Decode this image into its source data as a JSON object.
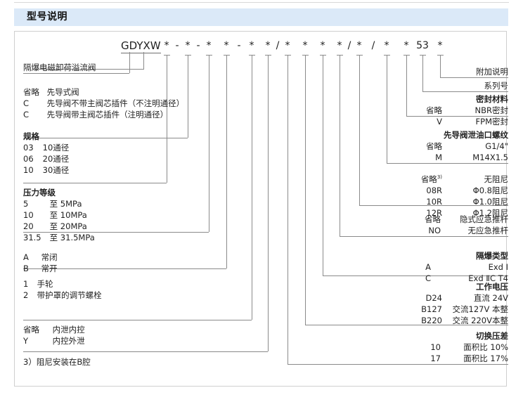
{
  "title": "型号说明",
  "model_code": {
    "prefix": "GDYXW",
    "segments": [
      "*",
      "-",
      "*",
      "-",
      "*",
      "*",
      "-",
      "*",
      "*",
      "/",
      "*",
      "*",
      "*",
      "*",
      "/",
      "*",
      "/",
      "*",
      "*",
      "53",
      "*"
    ]
  },
  "left_groups": [
    {
      "name": "product-name",
      "lines": [
        {
          "text": "隔爆电磁卸荷溢流阀"
        }
      ]
    },
    {
      "name": "pilot-type",
      "lines": [
        {
          "code": "省略",
          "text": "先导式阀"
        },
        {
          "code": "C",
          "text": "先导阀不带主阀芯插件（不注明通径）"
        },
        {
          "code": "C",
          "text": "先导阀带主阀芯插件（注明通径）"
        }
      ]
    },
    {
      "name": "specification",
      "header": "规格",
      "lines": [
        {
          "code": "03",
          "text": "10通径"
        },
        {
          "code": "06",
          "text": "20通径"
        },
        {
          "code": "10",
          "text": "30通径"
        }
      ]
    },
    {
      "name": "pressure-rating",
      "header": "压力等级",
      "lines": [
        {
          "code": "5",
          "text": "至  5MPa"
        },
        {
          "code": "10",
          "text": "至 10MPa"
        },
        {
          "code": "20",
          "text": "至 20MPa"
        },
        {
          "code": "31.5",
          "text": "至 31.5MPa"
        }
      ]
    },
    {
      "name": "normal-state",
      "lines": [
        {
          "code": "A",
          "text": "常闭"
        },
        {
          "code": "B",
          "text": "常开"
        }
      ]
    },
    {
      "name": "adjustment-type",
      "lines": [
        {
          "code": "1",
          "text": "手轮"
        },
        {
          "code": "2",
          "text": "带护罩的调节螺栓"
        }
      ]
    },
    {
      "name": "drain-control",
      "lines": [
        {
          "code": "省略",
          "text": "内泄内控"
        },
        {
          "code": "Y",
          "text": "内控外泄"
        }
      ]
    }
  ],
  "right_groups": [
    {
      "name": "additional-description",
      "lines": [
        {
          "text": "附加说明"
        }
      ]
    },
    {
      "name": "series-number",
      "lines": [
        {
          "text": "系列号"
        }
      ]
    },
    {
      "name": "seal-material",
      "header": "密封材料",
      "lines": [
        {
          "code": "省略",
          "text": "NBR密封"
        },
        {
          "code": "V",
          "text": "FPM密封"
        }
      ]
    },
    {
      "name": "pilot-drain-thread",
      "header": "先导阀泄油口螺纹",
      "lines": [
        {
          "code": "省略",
          "text": "G1/4\""
        },
        {
          "code": "M",
          "text": "M14X1.5"
        }
      ]
    },
    {
      "name": "damping",
      "lines": [
        {
          "code": "省略",
          "sup": "3)",
          "text": "无阻尼"
        },
        {
          "code": "08R",
          "text": "Φ0.8阻尼"
        },
        {
          "code": "10R",
          "text": "Φ1.0阻尼"
        },
        {
          "code": "12R",
          "text": "Φ1.2阻尼"
        }
      ]
    },
    {
      "name": "emergency-push-rod",
      "lines": [
        {
          "code": "省略",
          "text": "隐式应急推杆"
        },
        {
          "code": "NO",
          "text": "无应急推杆"
        }
      ]
    },
    {
      "name": "explosion-proof-type",
      "header": "隔爆类型",
      "lines": [
        {
          "code": "A",
          "text": "Exd Ⅰ"
        },
        {
          "code": "C",
          "text": "Exd ⅡC T4"
        }
      ]
    },
    {
      "name": "working-voltage",
      "header": "工作电压",
      "lines": [
        {
          "code": "D24",
          "text": "直流 24V"
        },
        {
          "code": "B127",
          "text": "交流127V 本整"
        },
        {
          "code": "B220",
          "text": "交流 220V本整"
        }
      ]
    },
    {
      "name": "switching-pressure-difference",
      "header": "切换压差",
      "lines": [
        {
          "code": "10",
          "text": "面积比  10%"
        },
        {
          "code": "17",
          "text": "面积比  17%"
        }
      ]
    }
  ],
  "footnote": "3）阻尼安装在B腔",
  "colors": {
    "title_bar": "#dbe9f8",
    "line": "#8a8a8a",
    "panel_border": "#cfcfcf",
    "text": "#222222"
  }
}
